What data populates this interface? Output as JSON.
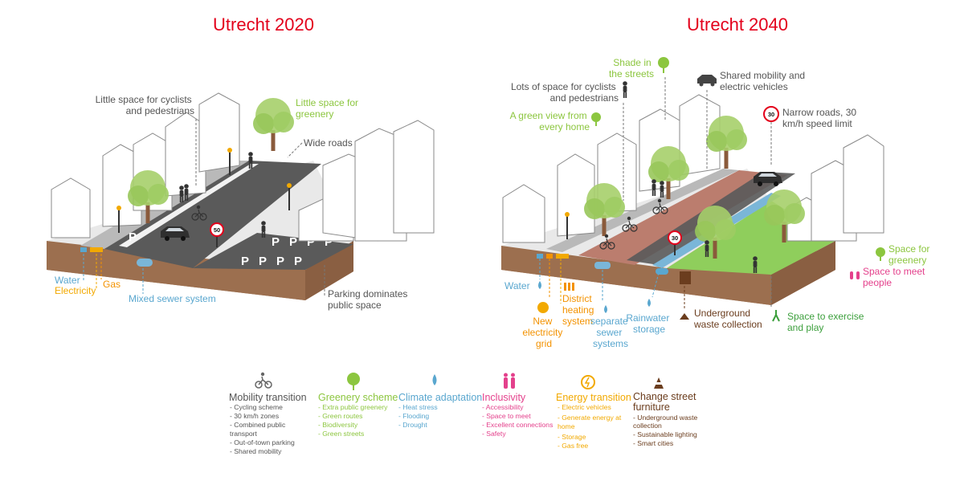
{
  "titles": {
    "left": "Utrecht 2020",
    "right": "Utrecht 2040"
  },
  "colors": {
    "title": "#e3001b",
    "dark": "#555555",
    "green": "#8cc63f",
    "blue": "#5aa7cf",
    "pink": "#e4418c",
    "orange": "#f39200",
    "yellow": "#f2a900",
    "brown": "#6b3d1e",
    "soil": "#a5795a",
    "road": "#5a5a5a",
    "redroad": "#bb7d6e",
    "grass": "#8fce5c"
  },
  "left_labels": {
    "cyclists": [
      "Little space for cyclists",
      "and pedestrians"
    ],
    "greenery": [
      "Little space for",
      "greenery"
    ],
    "roads": "Wide roads",
    "parking": [
      "Parking dominates",
      "public space"
    ],
    "water": "Water",
    "electricity": "Electricity",
    "gas": "Gas",
    "sewer": "Mixed sewer system",
    "speed": "50",
    "parking_marks": [
      "P",
      "P",
      "P",
      "P",
      "P",
      "P",
      "P",
      "P",
      "P"
    ]
  },
  "right_labels": {
    "shade": [
      "Shade in",
      "the streets"
    ],
    "mobility": [
      "Shared mobility and",
      "electric vehicles"
    ],
    "cyclists": [
      "Lots of space for cyclists",
      "and pedestrians"
    ],
    "narrow": [
      "Narrow roads, 30",
      "km/h speed limit"
    ],
    "greenview": [
      "A green view from",
      "every home"
    ],
    "space_green": [
      "Space for",
      "greenery"
    ],
    "meet": [
      "Space to meet",
      "people"
    ],
    "water": "Water",
    "district": [
      "District",
      "heating",
      "system"
    ],
    "electricity": [
      "New",
      "electricity",
      "grid"
    ],
    "sewer": [
      "separate",
      "sewer",
      "systems"
    ],
    "rainwater": [
      "Rainwater",
      "storage"
    ],
    "waste": [
      "Underground",
      "waste collection"
    ],
    "exercise": [
      "Space to exercise",
      "and play"
    ],
    "speed": "30"
  },
  "legend": [
    {
      "title": [
        "Mobility transition"
      ],
      "items": [
        "- Cycling scheme",
        "- 30 km/h zones",
        "- Combined public",
        "  transport",
        "- Out-of-town parking",
        "- Shared mobility"
      ]
    },
    {
      "title": [
        "Greenery scheme"
      ],
      "items": [
        "- Extra public greenery",
        "- Green routes",
        "- Biodiversity",
        "- Green streets"
      ]
    },
    {
      "title": [
        "Climate adaptation"
      ],
      "items": [
        "- Heat stress",
        "- Flooding",
        "- Drought"
      ]
    },
    {
      "title": [
        "Inclusivity"
      ],
      "items": [
        "- Accessibility",
        "- Space to meet",
        "- Excellent connections",
        "- Safety"
      ]
    },
    {
      "title": [
        "Energy transition"
      ],
      "items": [
        "- Electric vehicles",
        "- Generate energy at",
        "  home",
        "- Storage",
        "- Gas free"
      ]
    },
    {
      "title": [
        "Change street",
        "furniture"
      ],
      "items": [
        "- Underground waste",
        "  collection",
        "- Sustainable lighting",
        "- Smart cities"
      ]
    }
  ]
}
